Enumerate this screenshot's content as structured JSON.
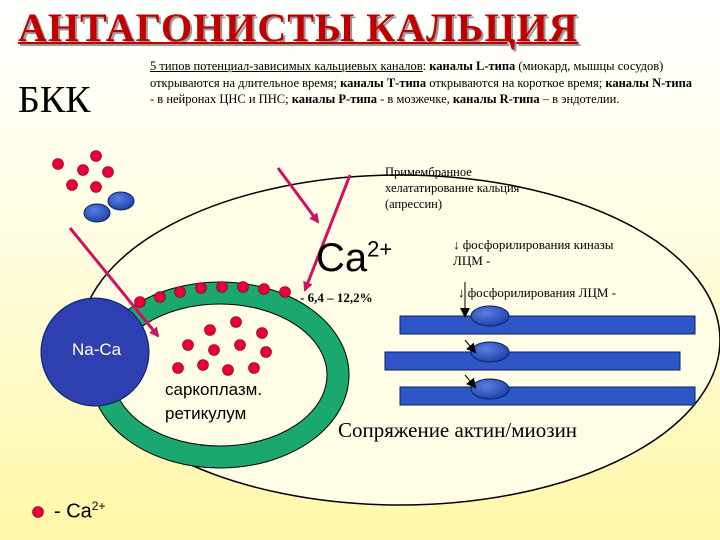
{
  "title": "АНТАГОНИСТЫ КАЛЬЦИЯ",
  "subtitle": "БКК",
  "description": {
    "p1": "5 типов потенциал-зависимых кальциевых каналов",
    "p2": ": ",
    "p3": "каналы L-типа",
    "p4": " (миокард, мышцы сосудов) открываются на длительное время; ",
    "p5": "каналы Т-типа",
    "p6": " открываются на короткое время; ",
    "p7": "каналы N-типа",
    "p8": " - в нейронах ЦНС и ПНС; ",
    "p9": "каналы Р-типа",
    "p10": " - в мозжечке, ",
    "p11": "каналы R-типа",
    "p12": " – в эндотелии."
  },
  "membrane_label": "Примембранное хелататирование кальция (апрессин)",
  "ca_label": "Ca",
  "ca_charge": "2+",
  "ca_range": "- 6,4 – 12,2%",
  "phospho_kinase": "↓ фосфорилирования киназы ЛЦМ -",
  "phospho_lcm": "↓ фосфорилирования ЛЦМ -",
  "na_ca_label": "Na-Ca",
  "sr_label_1": "саркоплазм.",
  "sr_label_2": "ретикулум",
  "actin_myosin": "Сопряжение актин/миозин",
  "legend": {
    "dash": "- Ca",
    "charge": "2+"
  },
  "colors": {
    "title": "#c00000",
    "dots": "#e8003a",
    "arrow": "#d01060",
    "channel": "#2e56c7",
    "cell_border": "#1aa870"
  }
}
